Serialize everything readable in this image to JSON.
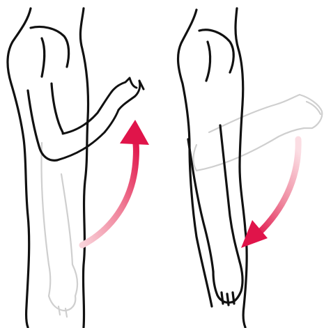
{
  "figure": {
    "panels": [
      {
        "id": "left",
        "motion": "upward",
        "arrow_icon": "curved-arrow-up-icon"
      },
      {
        "id": "right",
        "motion": "downward",
        "arrow_icon": "curved-arrow-down-icon"
      }
    ],
    "colors": {
      "ink": "#111111",
      "ghost_limb": "#c9c9c9",
      "arrow_strong": "#e0144a",
      "arrow_faint": "#f7c6cf"
    }
  }
}
